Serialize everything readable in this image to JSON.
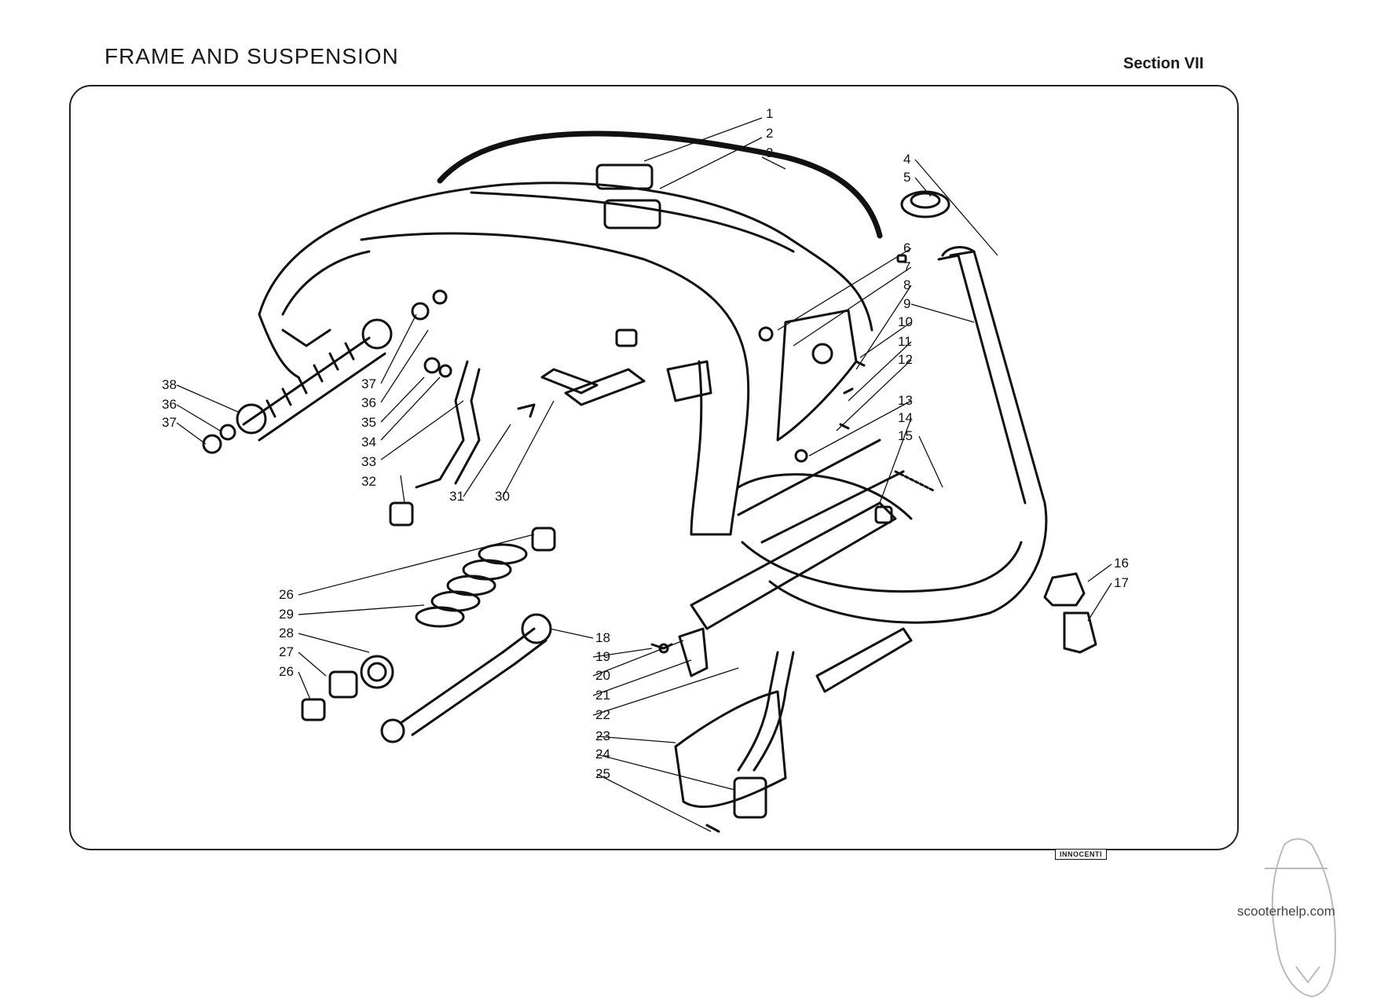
{
  "header": {
    "title": "FRAME AND SUSPENSION",
    "section": "Section VII"
  },
  "diagram": {
    "brand_plate": "INNOCENTI",
    "callouts": [
      {
        "id": "c1",
        "text": "1"
      },
      {
        "id": "c2",
        "text": "2"
      },
      {
        "id": "c3",
        "text": "3"
      },
      {
        "id": "c4",
        "text": "4"
      },
      {
        "id": "c5",
        "text": "5"
      },
      {
        "id": "c6",
        "text": "6"
      },
      {
        "id": "c7",
        "text": "7"
      },
      {
        "id": "c8",
        "text": "8"
      },
      {
        "id": "c9",
        "text": "9"
      },
      {
        "id": "c10",
        "text": "10"
      },
      {
        "id": "c11",
        "text": "11"
      },
      {
        "id": "c12",
        "text": "12"
      },
      {
        "id": "c13",
        "text": "13"
      },
      {
        "id": "c14",
        "text": "14"
      },
      {
        "id": "c15",
        "text": "15"
      },
      {
        "id": "c16",
        "text": "16"
      },
      {
        "id": "c17",
        "text": "17"
      },
      {
        "id": "c18",
        "text": "18"
      },
      {
        "id": "c19",
        "text": "19"
      },
      {
        "id": "c20",
        "text": "20"
      },
      {
        "id": "c21",
        "text": "21"
      },
      {
        "id": "c22",
        "text": "22"
      },
      {
        "id": "c23",
        "text": "23"
      },
      {
        "id": "c24",
        "text": "24"
      },
      {
        "id": "c25",
        "text": "25"
      },
      {
        "id": "c26a",
        "text": "26"
      },
      {
        "id": "c29",
        "text": "29"
      },
      {
        "id": "c28",
        "text": "28"
      },
      {
        "id": "c27",
        "text": "27"
      },
      {
        "id": "c26b",
        "text": "26"
      },
      {
        "id": "c30",
        "text": "30"
      },
      {
        "id": "c31",
        "text": "31"
      },
      {
        "id": "c32",
        "text": "32"
      },
      {
        "id": "c33",
        "text": "33"
      },
      {
        "id": "c34",
        "text": "34"
      },
      {
        "id": "c35",
        "text": "35"
      },
      {
        "id": "c36a",
        "text": "36"
      },
      {
        "id": "c37a",
        "text": "37"
      },
      {
        "id": "c38",
        "text": "38"
      },
      {
        "id": "c36b",
        "text": "36"
      },
      {
        "id": "c37b",
        "text": "37"
      }
    ]
  },
  "footer": {
    "watermark": "scooterhelp.com"
  }
}
